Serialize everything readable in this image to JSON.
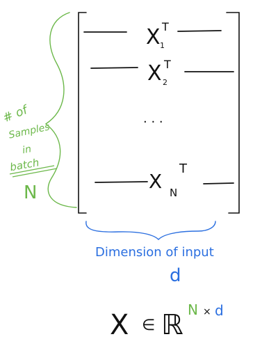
{
  "matrix": {
    "rows": [
      {
        "base": "X",
        "sub": "1",
        "sup": "T"
      },
      {
        "base": "X",
        "sub": "2",
        "sup": "T"
      },
      {
        "ellipsis": ". . ."
      },
      {
        "base": "X",
        "sub": "N",
        "sup": "T"
      }
    ]
  },
  "left_annotation": {
    "lines": [
      "# of",
      "Samples",
      "in",
      "batch"
    ],
    "symbol": "N"
  },
  "bottom_annotation": {
    "label": "Dimension of input",
    "symbol": "d"
  },
  "formula": {
    "base": "X",
    "member_of": "∈",
    "space": "ℝ",
    "exponent_rows": "N",
    "exponent_times": "×",
    "exponent_cols": "d"
  },
  "colors": {
    "ink": "#111111",
    "green": "#6cb84a",
    "blue": "#2b6fe0"
  }
}
